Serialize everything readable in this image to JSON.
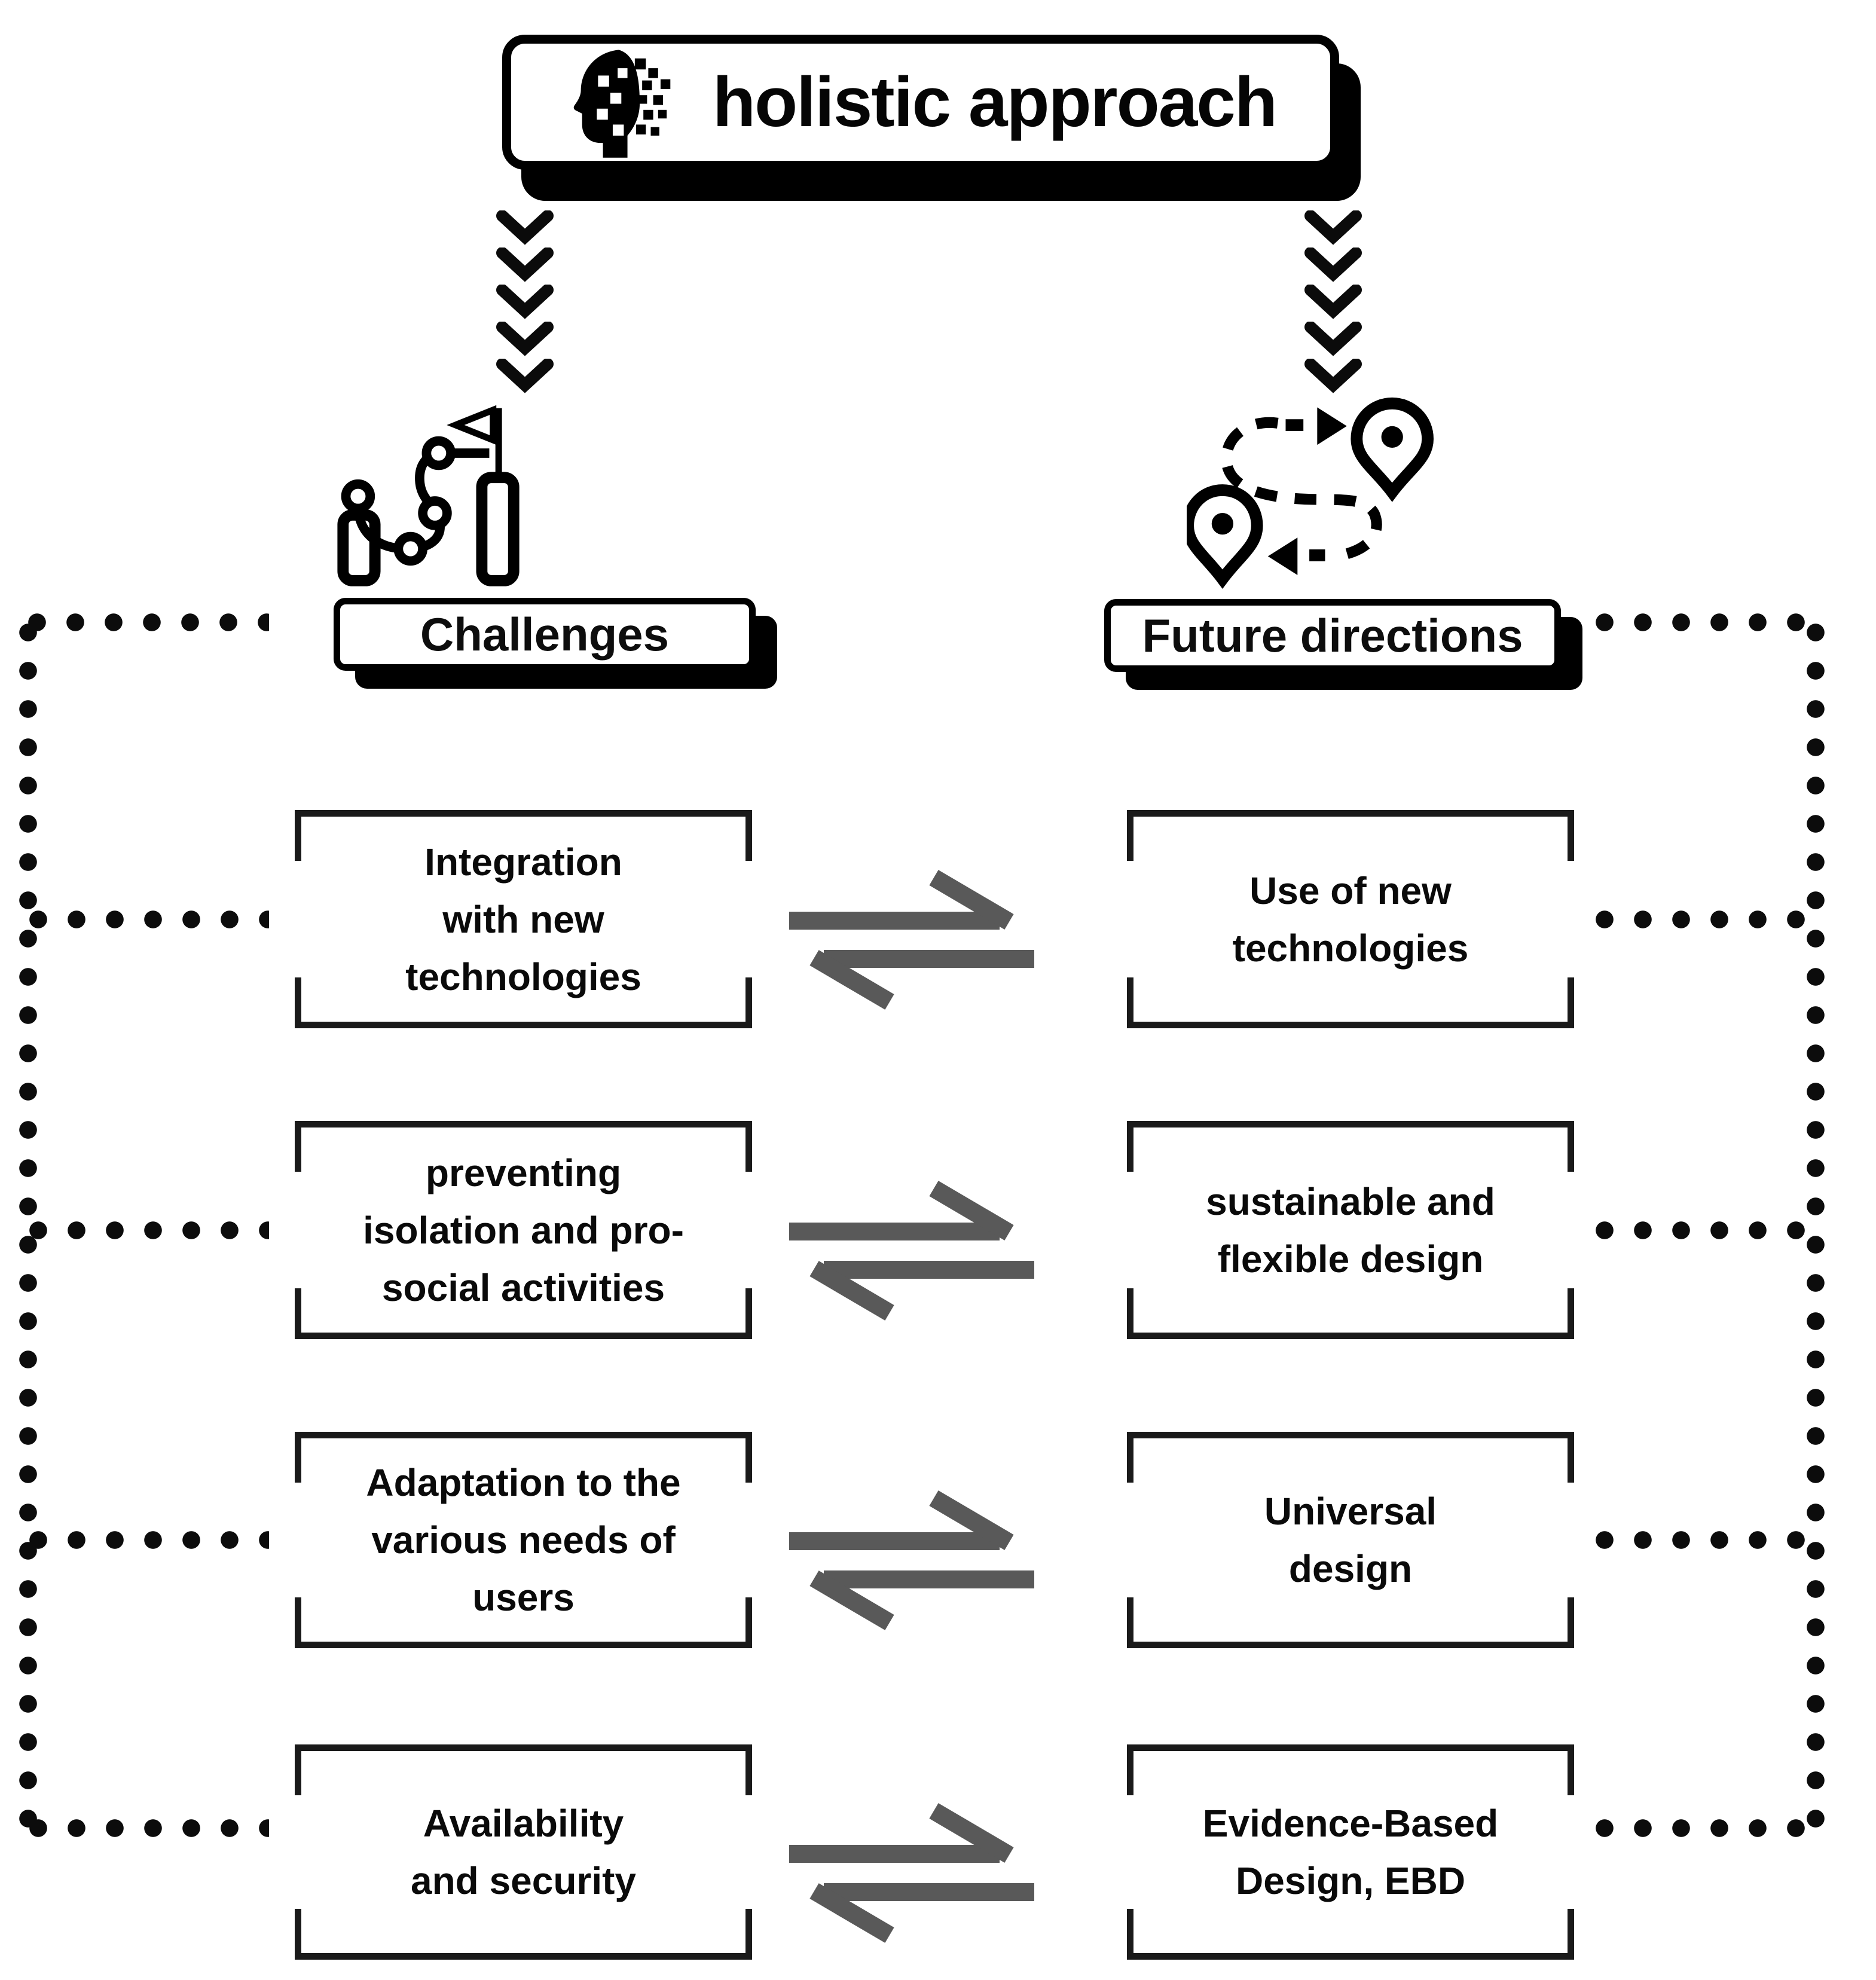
{
  "title": {
    "label": "holistic approach",
    "icon": "ai-head-icon"
  },
  "branches": {
    "left": {
      "label": "Challenges",
      "icon": "milestones-icon"
    },
    "right": {
      "label": "Future directions",
      "icon": "route-icon"
    }
  },
  "pairs": [
    {
      "challenge": "Integration\nwith new\ntechnologies",
      "future": "Use of new\ntechnologies"
    },
    {
      "challenge": "preventing\nisolation and pro-\nsocial activities",
      "future": "sustainable and\nflexible design"
    },
    {
      "challenge": "Adaptation to the\nvarious needs of\nusers",
      "future": "Universal\ndesign"
    },
    {
      "challenge": "Availability\nand security",
      "future": "Evidence-Based\nDesign, EBD"
    }
  ],
  "colors": {
    "background": "#ffffff",
    "ink": "#0d0d0d",
    "box_border": "#1a1a1a",
    "exchange_arrow": "#595959",
    "dots": "#0c0c0c"
  }
}
